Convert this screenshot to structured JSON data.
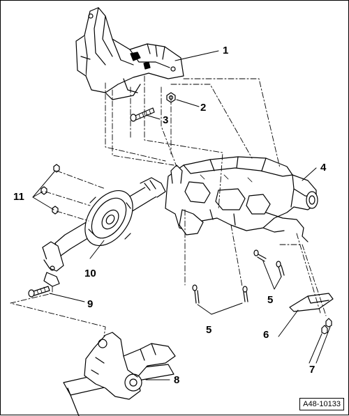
{
  "diagram": {
    "callouts": [
      {
        "id": "c1",
        "text": "1"
      },
      {
        "id": "c2",
        "text": "2"
      },
      {
        "id": "c3",
        "text": "3"
      },
      {
        "id": "c4",
        "text": "4"
      },
      {
        "id": "c5a",
        "text": "5"
      },
      {
        "id": "c5b",
        "text": "5"
      },
      {
        "id": "c6",
        "text": "6"
      },
      {
        "id": "c7",
        "text": "7"
      },
      {
        "id": "c8",
        "text": "8"
      },
      {
        "id": "c9",
        "text": "9"
      },
      {
        "id": "c10",
        "text": "10"
      },
      {
        "id": "c11",
        "text": "11"
      }
    ],
    "reference_code": "A48-10133"
  }
}
